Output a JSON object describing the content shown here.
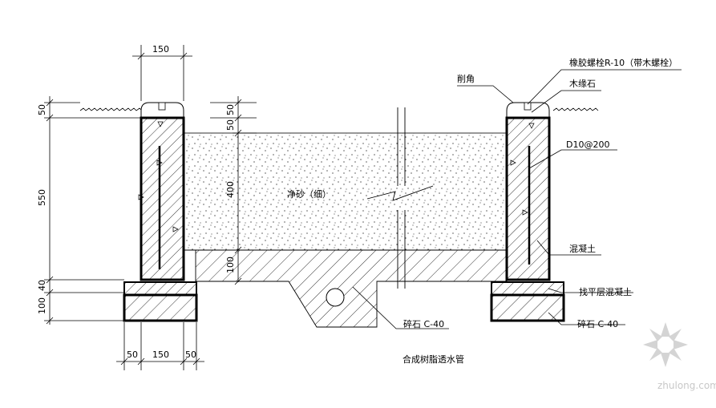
{
  "dimensions": {
    "top_width": "150",
    "left_50_top": "50",
    "left_550": "550",
    "left_40": "40",
    "left_100": "100",
    "mid_50": "50",
    "mid_50b": "50",
    "mid_400": "400",
    "mid_100": "100",
    "bottom_50_left": "50",
    "bottom_150": "150",
    "bottom_50_right": "50"
  },
  "labels": {
    "rubber_bolt": "橡胶螺栓R-10（带木螺栓）",
    "chamfer": "削角",
    "wood_edge": "木缘石",
    "rebar": "D10@200",
    "clean_sand": "净砂（细）",
    "concrete": "混凝土",
    "leveling_concrete": "找平层混凝土",
    "gravel_right": "碎石 C-40",
    "gravel_center": "碎石 C-40",
    "pipe": "合成树脂透水管"
  },
  "watermark": {
    "site": "zhulong.com"
  }
}
